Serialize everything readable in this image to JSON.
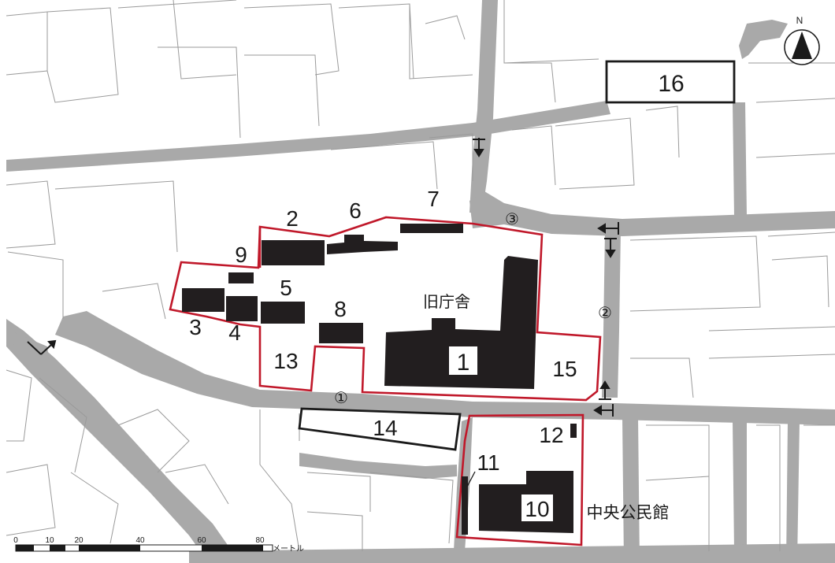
{
  "labels": {
    "old_office": "旧庁舎",
    "community_center": "中央公民館"
  },
  "numbers": {
    "n1": "1",
    "n2": "2",
    "n3": "3",
    "n4": "4",
    "n5": "5",
    "n6": "6",
    "n7": "7",
    "n8": "8",
    "n9": "9",
    "n10": "10",
    "n11": "11",
    "n12": "12",
    "n13": "13",
    "n14": "14",
    "n15": "15",
    "n16": "16"
  },
  "road_markers": {
    "r1": "①",
    "r2": "②",
    "r3": "③"
  },
  "north": "N",
  "scale": {
    "ticks": [
      "0",
      "10",
      "20",
      "40",
      "60",
      "80"
    ],
    "unit": "メートル"
  },
  "colors": {
    "site_boundary": "#c0182a",
    "building": "#221e1f",
    "road": "#a9a9a9",
    "lot_line": "#9a9a9a"
  }
}
